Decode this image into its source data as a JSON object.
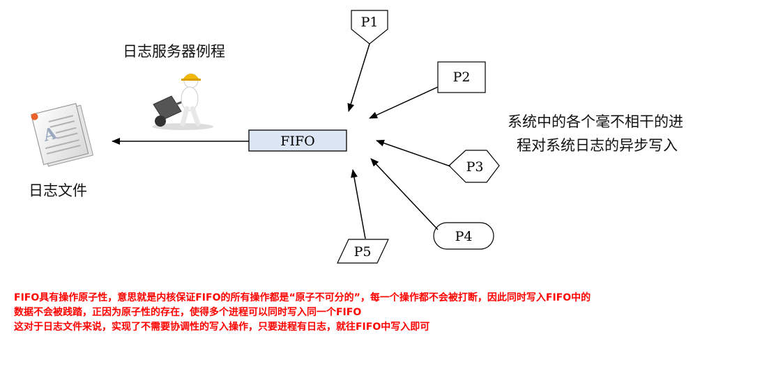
{
  "title": "日志服务器例程",
  "log_file_label": "日志文件",
  "fifo_label": "FIFO",
  "processes": [
    "P1",
    "P2",
    "P3",
    "P4",
    "P5"
  ],
  "side_note": [
    "系统中的各个毫不相干的进",
    "程对系统日志的异步写入"
  ],
  "description": [
    "FIFO具有操作原子性，意思就是内核保证FIFO的所有操作都是“原子不可分的”，每一个操作都不会被打断，因此同时写入FIFO中的",
    "数据不会被践踏，正因为原子性的存在，使得多个进程可以同时写入同一个FIFO",
    "这对于日志文件来说，实现了不需要协调性的写入操作，只要进程有日志，就往FIFO中写入即可"
  ],
  "colors": {
    "fifo_fill": "#dce6f4",
    "text_red": "#ff0000"
  },
  "icons": [
    "document-icon",
    "worker-wheelbarrow-icon"
  ]
}
